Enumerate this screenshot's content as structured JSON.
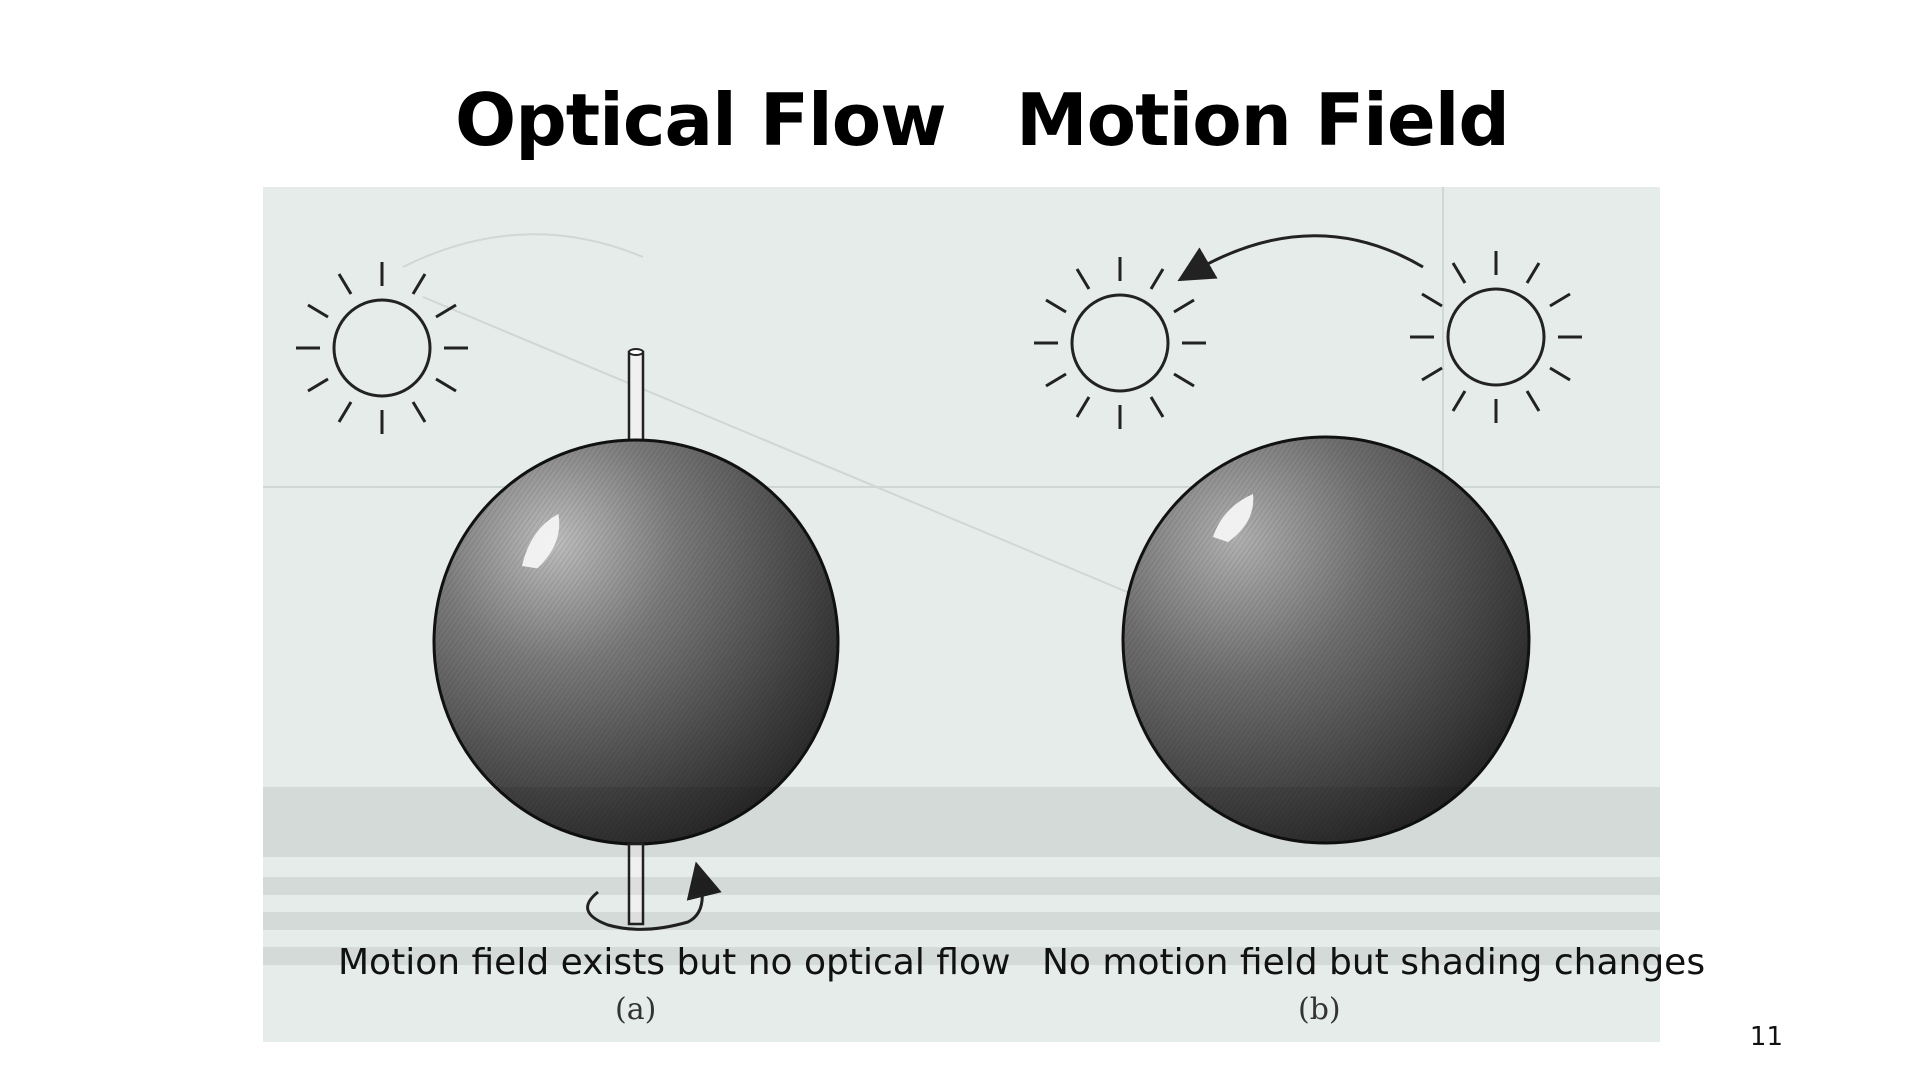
{
  "titles": {
    "left": "Optical Flow",
    "right": "Motion Field"
  },
  "captions": {
    "left": "Motion field exists but no optical flow",
    "right": "No motion field but shading changes"
  },
  "panel_labels": {
    "a": "(a)",
    "b": "(b)"
  },
  "page_number": "11",
  "colors": {
    "figure_background": "#e6ecea",
    "sphere_dark": "#2e2e2e",
    "sphere_light": "#b8b8b8",
    "line": "#222222"
  },
  "icons": [
    "sun-icon",
    "rotation-arrow-icon",
    "light-motion-arrow-icon"
  ]
}
